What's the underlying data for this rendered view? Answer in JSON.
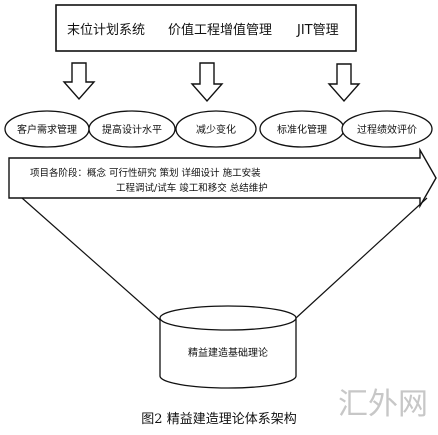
{
  "top_box": {
    "items": [
      "末位计划系统",
      "价值工程增值管理",
      "JIT管理"
    ]
  },
  "ellipses": [
    {
      "label": "客户需求管理"
    },
    {
      "label": "提高设计水平"
    },
    {
      "label": "减少变化"
    },
    {
      "label": "标准化管理"
    },
    {
      "label": "过程绩效评价"
    }
  ],
  "phases": {
    "line1": "项目各阶段：概念   可行性研究   策划   详细设计   施工安装",
    "line2": "工程调试/试车   竣工和移交   总结维护"
  },
  "foundation": {
    "label": "精益建造基础理论"
  },
  "caption": "图2  精益建造理论体系架构",
  "watermark": "汇外网"
}
